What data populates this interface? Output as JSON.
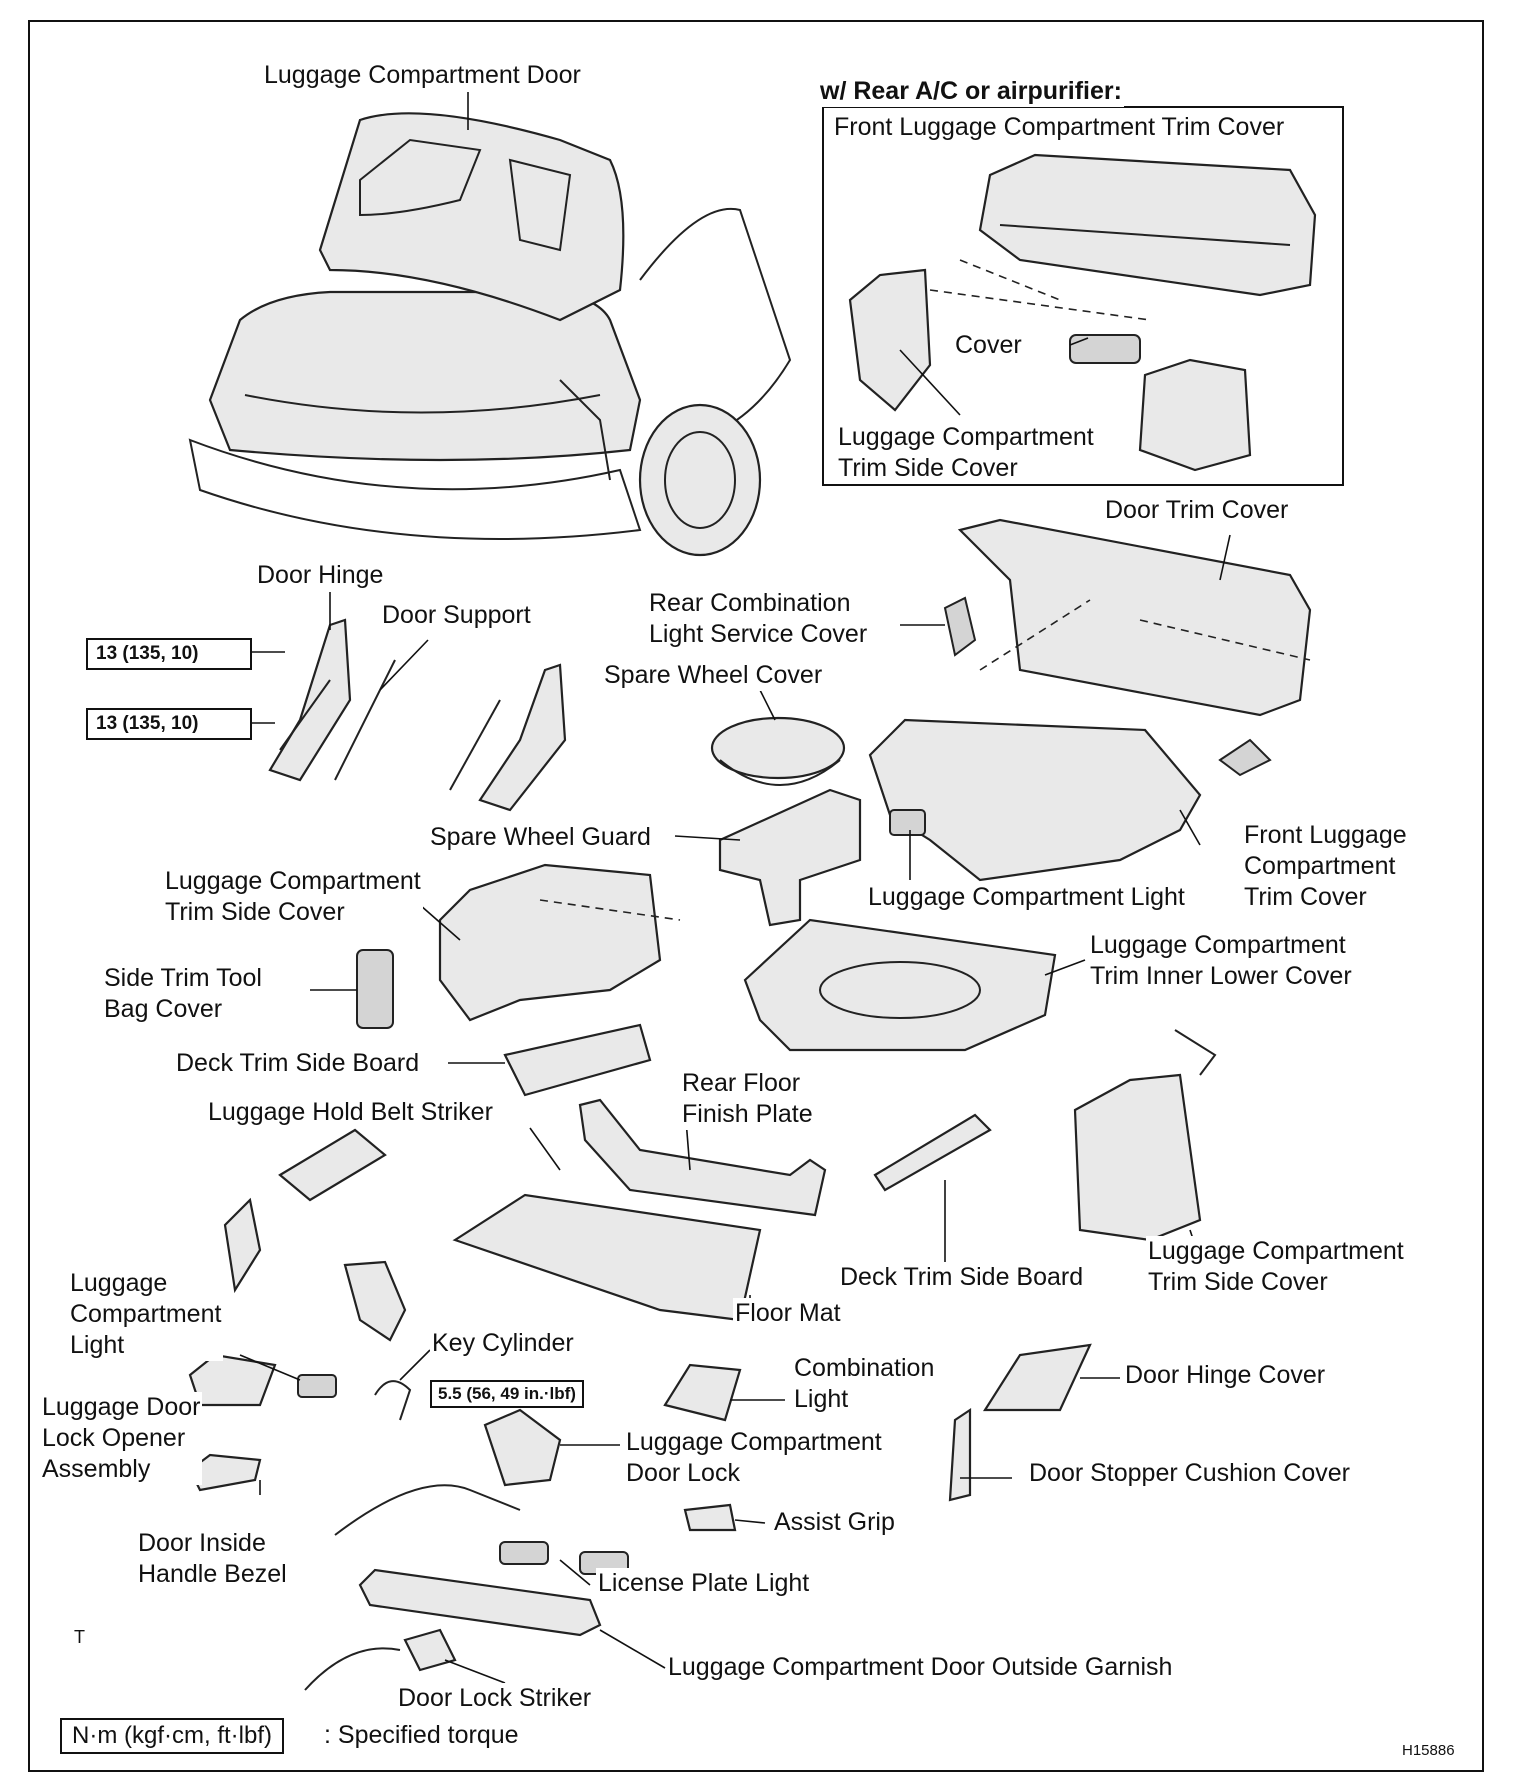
{
  "labels": {
    "luggage_compartment_door": "Luggage Compartment Door",
    "rear_ac_heading": "w/ Rear A/C or airpurifier:",
    "front_luggage_trim_cover_inset": "Front Luggage Compartment Trim Cover",
    "cover": "Cover",
    "luggage_trim_side_cover_inset": "Luggage Compartment\nTrim Side Cover",
    "door_trim_cover": "Door Trim Cover",
    "door_hinge": "Door Hinge",
    "door_support": "Door Support",
    "rear_combination_light_service_cover": "Rear Combination\nLight Service Cover",
    "spare_wheel_cover": "Spare Wheel Cover",
    "spare_wheel_guard": "Spare Wheel Guard",
    "front_luggage_trim_cover": "Front Luggage\nCompartment\nTrim Cover",
    "luggage_compartment_light_upper": "Luggage Compartment Light",
    "luggage_trim_side_cover_left": "Luggage Compartment\nTrim Side Cover",
    "luggage_trim_inner_lower_cover": "Luggage Compartment\nTrim Inner Lower Cover",
    "side_trim_tool_bag_cover": "Side Trim Tool\nBag Cover",
    "deck_trim_side_board_left": "Deck Trim Side Board",
    "rear_floor_finish_plate": "Rear Floor\nFinish Plate",
    "luggage_hold_belt_striker": "Luggage Hold Belt Striker",
    "deck_trim_side_board_right": "Deck Trim Side Board",
    "luggage_trim_side_cover_right": "Luggage Compartment\nTrim Side Cover",
    "luggage_compartment_light_lower": "Luggage\nCompartment\nLight",
    "floor_mat": "Floor Mat",
    "key_cylinder": "Key Cylinder",
    "combination_light": "Combination\nLight",
    "door_hinge_cover": "Door Hinge Cover",
    "luggage_door_lock_opener": "Luggage Door\nLock Opener\nAssembly",
    "luggage_compartment_door_lock": "Luggage Compartment\nDoor Lock",
    "door_stopper_cushion_cover": "Door Stopper Cushion Cover",
    "door_inside_handle_bezel": "Door Inside\nHandle Bezel",
    "assist_grip": "Assist Grip",
    "license_plate_light": "License Plate Light",
    "door_outside_garnish": "Luggage Compartment Door Outside Garnish",
    "door_lock_striker": "Door Lock Striker",
    "corner_mark": "T",
    "figure_id": "H15886"
  },
  "torques": {
    "hinge_upper": "13 (135, 10)",
    "hinge_lower": "13 (135, 10)",
    "door_lock": "5.5 (56, 49 in.·lbf)"
  },
  "legend": {
    "unit_box": "N·m (kgf·cm, ft·lbf)",
    "unit_text": ": Specified torque"
  }
}
